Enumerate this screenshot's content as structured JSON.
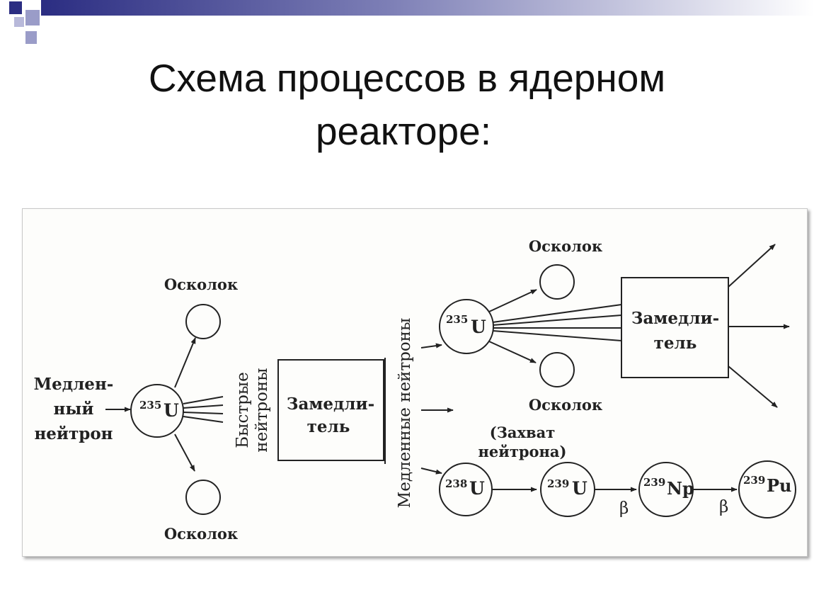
{
  "slide": {
    "title_line1": "Схема процессов в ядерном",
    "title_line2": "реакторе:"
  },
  "diagram": {
    "fragment_label": "Осколок",
    "slow_neutron_label": [
      "Медлен-",
      "ный",
      "нейтрон"
    ],
    "fast_neutrons_label": [
      "Быстрые",
      "нейтроны"
    ],
    "slow_neutrons_label": "Медленные нейтроны",
    "moderator_label": [
      "Замедли-",
      "тель"
    ],
    "capture_label": [
      "(Захват",
      "нейтрона)"
    ],
    "u235": {
      "mass": "235",
      "symbol": "U"
    },
    "u238": {
      "mass": "238",
      "symbol": "U"
    },
    "u239": {
      "mass": "239",
      "symbol": "U"
    },
    "np239": {
      "mass": "239",
      "symbol": "Np"
    },
    "pu239": {
      "mass": "239",
      "symbol": "Pu"
    },
    "beta": "β"
  },
  "colors": {
    "deco_dark": "#2b2d82",
    "deco_light": "#9a9cc8",
    "ink": "#222222"
  }
}
